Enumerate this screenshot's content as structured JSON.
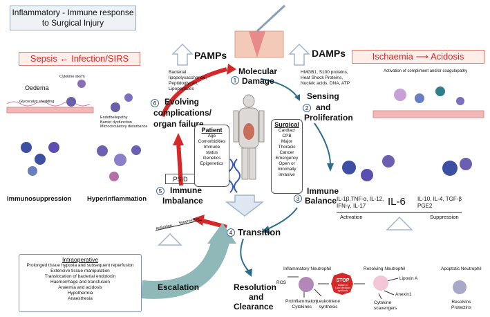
{
  "title": {
    "line1": "Inflammatory - Immune response",
    "line2": "to Surgical Injury"
  },
  "sepsis": {
    "left": "Sepsis",
    "right": "Infection/SIRS"
  },
  "ischaemia": {
    "left": "Ischaemia",
    "right": "Acidosis"
  },
  "pamps": {
    "heading": "PAMPs",
    "items": [
      "Bacterial",
      "lipopolysaccharide,",
      "Peptidoglycan,",
      "Lipopeptides"
    ]
  },
  "damps": {
    "heading": "DAMPs",
    "items": [
      "HMGB1, S100 proteins,",
      "Heat Shock Proteins,",
      "Nucleic acids, DNA,  ATP"
    ]
  },
  "stages": {
    "s1": {
      "num": "1",
      "line1": "Molecular",
      "line2": "Damage"
    },
    "s2": {
      "num": "2",
      "line1": "Sensing",
      "line2": "and",
      "line3": "Proliferation"
    },
    "s3": {
      "num": "3",
      "line1": "Immune",
      "line2": "Balance"
    },
    "s4": {
      "num": "4",
      "label": "Transition"
    },
    "s5": {
      "num": "5",
      "box": "PSID",
      "line1": "Immune",
      "line2": "Imbalance"
    },
    "s6": {
      "num": "6",
      "line1": "Evolving",
      "line2": "complications/",
      "line3": "organ failure"
    }
  },
  "labels": {
    "oedema": "Oedema",
    "cytokine_storm": "Cytokine storm",
    "glycocalyx": "Glycocalyx shedding",
    "endothelio": [
      "Endotheliopathy",
      "Barrier dysfunction",
      "Microcirculatory disturbance"
    ],
    "immunosuppression": "Immunosuppression",
    "hyperinflammation": "Hyperinflammation",
    "activation_compliment": "Activation of compliment and/or coagulopathy",
    "escalation": "Escalation",
    "resolution": [
      "Resolution",
      "and",
      "Clearance"
    ],
    "activation": "Activation",
    "suppression": "Suppression",
    "activation_small": "Activation",
    "suppression_small": "Suppression"
  },
  "patient": {
    "heading": "Patient",
    "items": [
      "Age",
      "Comorbidities",
      "Immune",
      "status",
      "Genetics",
      "Epigenetics"
    ]
  },
  "surgical": {
    "heading": "Surgical",
    "items": [
      "Cardiac/",
      "CPB",
      "Major",
      "Thoracic",
      "Cancer",
      "Emergency",
      "Open or",
      "minimally",
      "invasive"
    ]
  },
  "balance": {
    "left1": "IL-1β,TNF-α, IL-12,",
    "left2": "IFN-γ, IL-17",
    "center": "IL-6",
    "right1": "IL-10, IL-4, TGF-β",
    "right2": "PGE2"
  },
  "intraoperative": {
    "heading": "Intraoperative",
    "items": [
      "Prolonged tissue hypoxia and subsequent reperfusion",
      "Extensive tissue manipulation",
      "Translocation of bacterial endotoxin",
      "Haemorrhage and transfusion",
      "Anaemia and acidosis",
      "Hypothermia",
      "Anaesthesia"
    ]
  },
  "resolution_panel": {
    "inflammatory_neutrophil": "Inflammatory Neutrophil",
    "ros": "ROS",
    "proinflammatory": [
      "Proinflammatory",
      "Cytokines"
    ],
    "leukotriene": [
      "Leukotriene",
      "synthesis"
    ],
    "stop": "STOP",
    "stop_sub": [
      "Switch in",
      "Lipid Mediator",
      "synthesis"
    ],
    "resolving_neutrophil": "Resolving  Neutrophil",
    "lipoxin": "Lipoxin A",
    "anexin": "Anexin1",
    "cytokine_scavengers": [
      "Cytokine",
      "scavengers"
    ],
    "apoptotic": "Apoptotic Neutrophil",
    "resolvins": [
      "Resolvins",
      "Protectins"
    ]
  },
  "colors": {
    "red": "#d62828",
    "arrow_teal": "#2c6e8a",
    "escalation": "#8fb8b8",
    "pale_arrow": "#c9d6e6"
  }
}
